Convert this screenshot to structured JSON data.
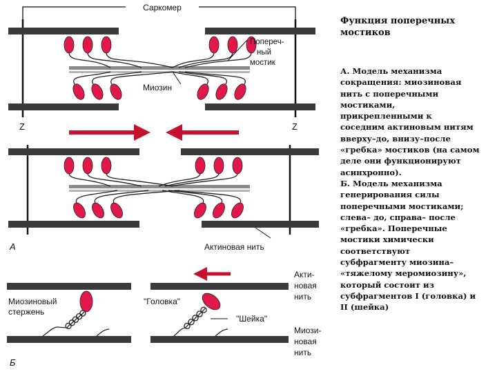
{
  "figure": {
    "sarcomere_label": "Саркомер",
    "crossbridge_label": [
      "Попереч-",
      "ный",
      "мостик"
    ],
    "myosin_label": "Миозин",
    "z_left": "Z",
    "z_right": "Z",
    "panel_a_label": "А",
    "actin_filament_label": "Актиновая нить",
    "panel_b_label": "Б",
    "myosin_rod_label": [
      "Миозиновый",
      "стержень"
    ],
    "head_label": "\"Головка\"",
    "neck_label": "\"Шейка\"",
    "actin_label_b": [
      "Акти-",
      "новая",
      "нить"
    ],
    "myosin_label_b": [
      "Миози-",
      "новая",
      "нить"
    ],
    "colors": {
      "head": "#e0194a",
      "arrow": "#c4122e",
      "filament": "#3a3a3a"
    }
  },
  "text": {
    "title": "Функция поперечных мостиков",
    "lines": [
      "А. Модель механизма",
      "сокращения: миозиновая",
      "нить с поперечными",
      "мостиками,",
      "прикрепленными к",
      "соседним актиновым нитям",
      "вверху–до, внизу–после",
      "«гребка» мостиков (на самом",
      "деле они функционируют",
      "асинхронно).",
      "Б. Модель механизма",
      "генерирования силы",
      "поперечными мостиками;",
      "слева– до, справа– после",
      "«гребка». Поперечные",
      "мостики химически",
      "соответствуют",
      "субфрагменту миозина–",
      "«тяжелому меромиозину»,",
      "который состоит из",
      "субфрагментов I (головка) и",
      "II (шейка)"
    ]
  }
}
